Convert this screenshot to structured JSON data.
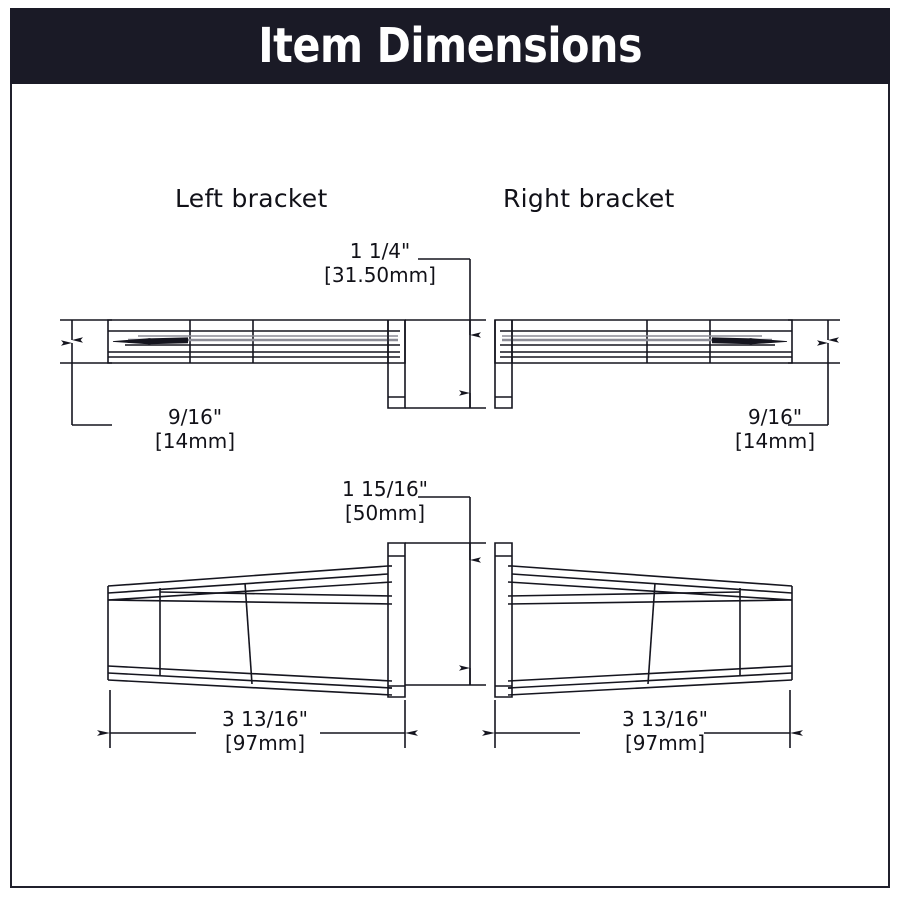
{
  "header": {
    "title": "Item Dimensions",
    "bg_color": "#1a1a26",
    "text_color": "#ffffff"
  },
  "frame": {
    "border_color": "#20202c",
    "background": "#ffffff"
  },
  "views": {
    "left": {
      "label": "Left bracket"
    },
    "right": {
      "label": "Right bracket"
    }
  },
  "dimensions": {
    "top_width": {
      "imperial": "1 1/4\"",
      "metric": "[31.50mm]"
    },
    "top_thickness_left": {
      "imperial": "9/16\"",
      "metric": "[14mm]"
    },
    "top_thickness_right": {
      "imperial": "9/16\"",
      "metric": "[14mm]"
    },
    "front_height": {
      "imperial": "1 15/16\"",
      "metric": "[50mm]"
    },
    "front_length_left": {
      "imperial": "3 13/16\"",
      "metric": "[97mm]"
    },
    "front_length_right": {
      "imperial": "3 13/16\"",
      "metric": "[97mm]"
    }
  }
}
